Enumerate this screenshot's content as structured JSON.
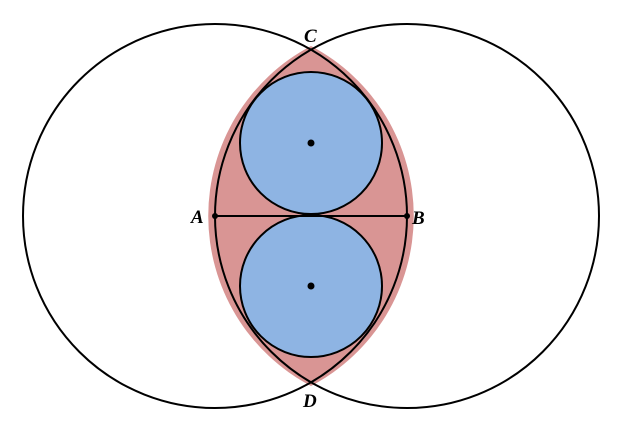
{
  "figure": {
    "points": {
      "A": "A",
      "B": "B",
      "C": "C",
      "D": "D"
    },
    "colors": {
      "lens_fill": "#d99594",
      "inner_circle_fill": "#8eb4e3",
      "stroke": "#000000",
      "background": "#ffffff"
    }
  }
}
